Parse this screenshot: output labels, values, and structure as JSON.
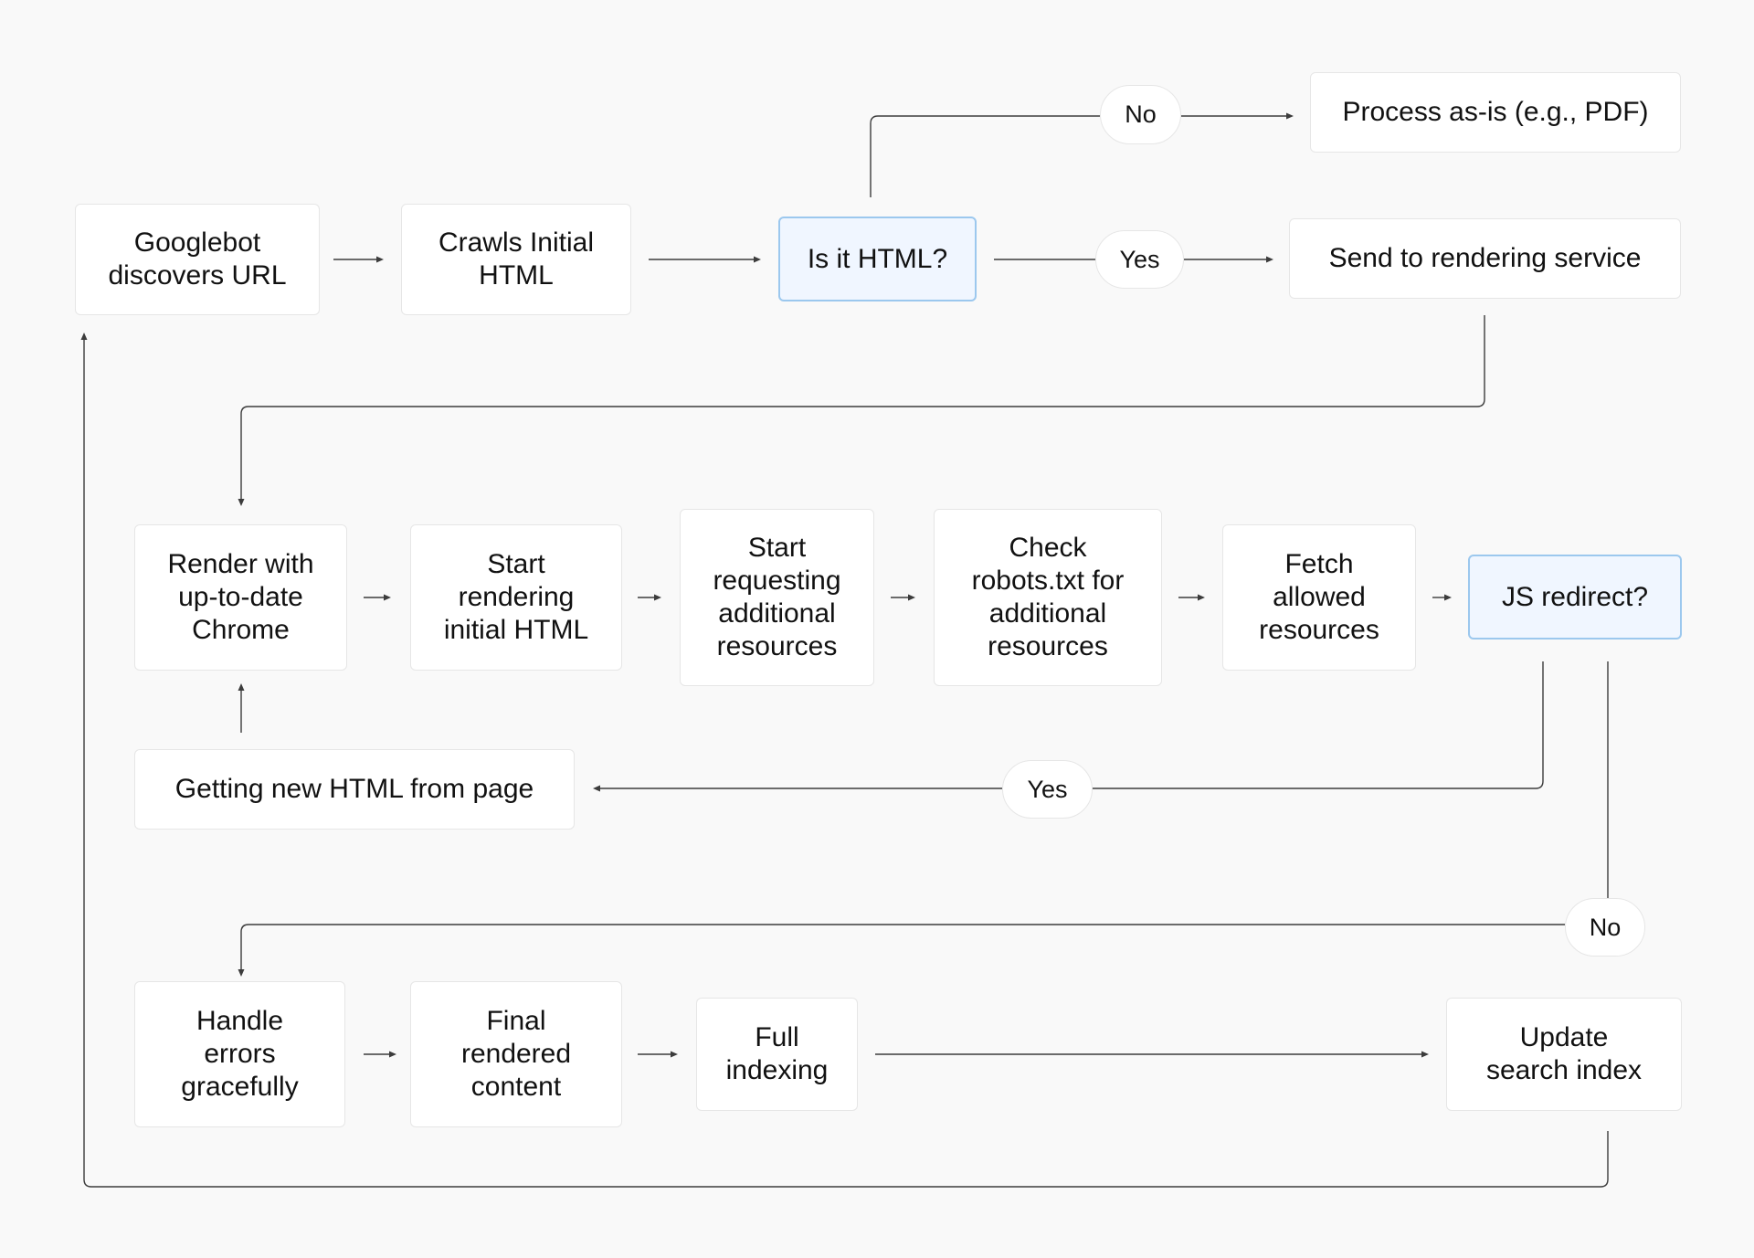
{
  "colors": {
    "background": "#f9f9f9",
    "node_fill": "#ffffff",
    "node_border": "#e6e6e6",
    "decision_fill": "#f0f6ff",
    "decision_border": "#9cc8ee",
    "line": "#3c3c3c"
  },
  "nodes": {
    "googlebot_discovers": "Googlebot\ndiscovers URL",
    "crawls_initial_html": "Crawls Initial\nHTML",
    "is_it_html": "Is it HTML?",
    "process_as_is": "Process as-is (e.g., PDF)",
    "send_to_rendering": "Send to rendering service",
    "render_chrome": "Render with\nup-to-date\nChrome",
    "start_rendering": "Start\nrendering\ninitial HTML",
    "start_requesting": "Start\nrequesting\nadditional\nresources",
    "check_robots": "Check\nrobots.txt for\nadditional\nresources",
    "fetch_allowed": "Fetch\nallowed\nresources",
    "js_redirect": "JS redirect?",
    "getting_new_html": "Getting new HTML from page",
    "handle_errors": "Handle\nerrors\ngracefully",
    "final_rendered": "Final\nrendered\ncontent",
    "full_indexing": "Full\nindexing",
    "update_index": "Update\nsearch index"
  },
  "labels": {
    "html_no": "No",
    "html_yes": "Yes",
    "redirect_yes": "Yes",
    "redirect_no": "No"
  }
}
